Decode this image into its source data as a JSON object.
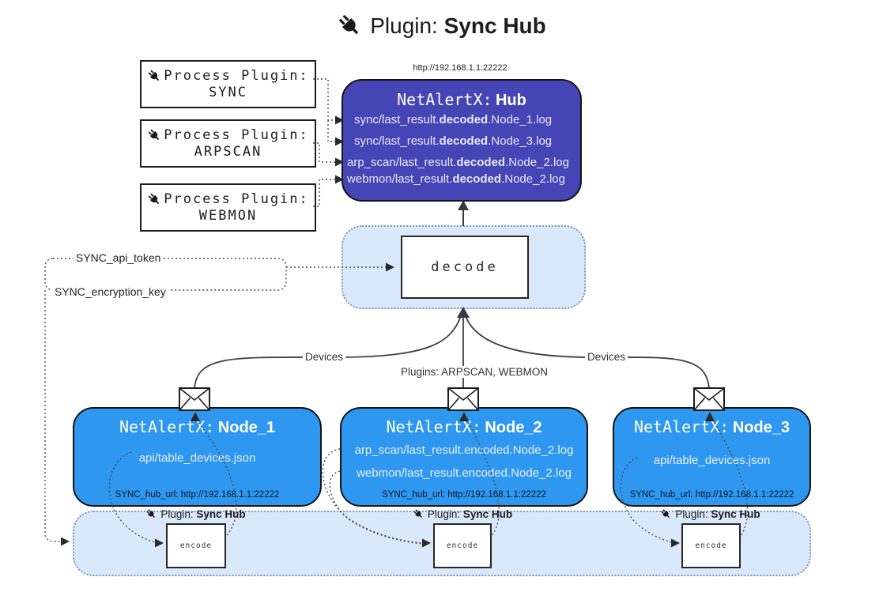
{
  "title": {
    "icon": "plug-icon",
    "prefix": "Plugin:",
    "name": "Sync Hub"
  },
  "process_plugins": [
    {
      "icon": "plug-icon",
      "label": "Process Plugin:",
      "name": "SYNC"
    },
    {
      "icon": "plug-icon",
      "label": "Process Plugin:",
      "name": "ARPSCAN"
    },
    {
      "icon": "plug-icon",
      "label": "Process Plugin:",
      "name": "WEBMON"
    }
  ],
  "hub": {
    "url": "http://192.168.1.1:22222",
    "title_prefix": "NetAlertX:",
    "title_name": "Hub",
    "files": [
      {
        "pre": "sync/last_result.",
        "bold": "decoded",
        "post": ".Node_1.log"
      },
      {
        "pre": "sync/last_result.",
        "bold": "decoded",
        "post": ".Node_3.log"
      },
      {
        "pre": "arp_scan/last_result.",
        "bold": "decoded",
        "post": ".Node_2.log"
      },
      {
        "pre": "webmon/last_result.",
        "bold": "decoded",
        "post": ".Node_2.log"
      }
    ]
  },
  "decode": {
    "label": "decode"
  },
  "config": {
    "api_token": "SYNC_api_token",
    "encryption_key": "SYNC_encryption_key"
  },
  "edge_labels": {
    "left": "Devices",
    "center": "Plugins: ARPSCAN, WEBMON",
    "right": "Devices"
  },
  "nodes": [
    {
      "title_prefix": "NetAlertX:",
      "title_name": "Node_1",
      "files": [
        "api/table_devices.json"
      ],
      "hub_url": "SYNC_hub_url: http://192.168.1.1:22222"
    },
    {
      "title_prefix": "NetAlertX:",
      "title_name": "Node_2",
      "files": [
        "arp_scan/last_result.encoded.Node_2.log",
        "webmon/last_result.encoded.Node_2.log"
      ],
      "hub_url": "SYNC_hub_url: http://192.168.1.1:22222"
    },
    {
      "title_prefix": "NetAlertX:",
      "title_name": "Node_3",
      "files": [
        "api/table_devices.json"
      ],
      "hub_url": "SYNC_hub_url: http://192.168.1.1:22222"
    }
  ],
  "encoders": [
    {
      "icon": "plug-icon",
      "label_prefix": "Plugin:",
      "label_name": "Sync Hub",
      "box": "encode"
    },
    {
      "icon": "plug-icon",
      "label_prefix": "Plugin:",
      "label_name": "Sync Hub",
      "box": "encode"
    },
    {
      "icon": "plug-icon",
      "label_prefix": "Plugin:",
      "label_name": "Sync Hub",
      "box": "encode"
    }
  ],
  "colors": {
    "hub_fill": "#4545b5",
    "node_fill": "#2e97f0",
    "panel_fill": "#d9e9fb",
    "panel_border": "#7e9cbd",
    "line": "#3f3f3f"
  }
}
